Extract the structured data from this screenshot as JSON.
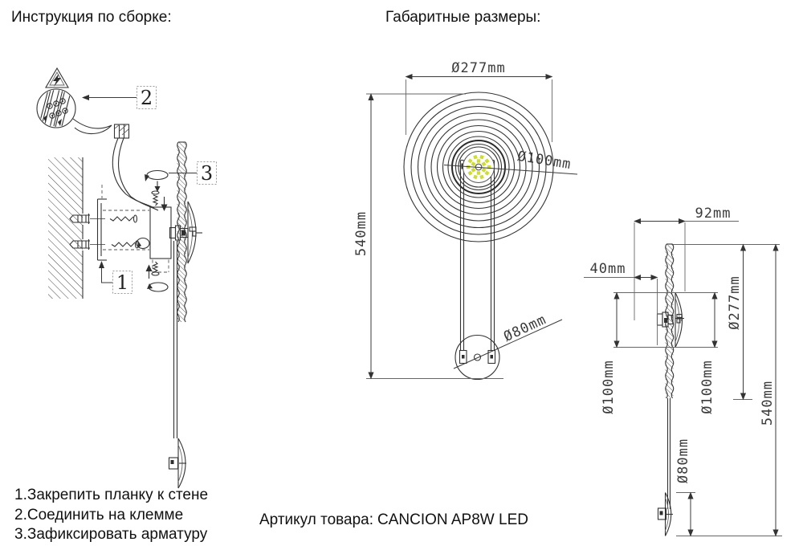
{
  "page": {
    "title_left": "Инструкция по сборке:",
    "title_right": "Габаритные размеры:"
  },
  "instructions": {
    "items": [
      "1.Закрепить планку к стене",
      "2.Соединить на клемме",
      "3.Зафиксировать арматуру"
    ]
  },
  "article": {
    "label": "Артикул товара:",
    "value": "CANCION AP8W LED"
  },
  "dimensions": {
    "d277": "Ø277mm",
    "d100": "Ø100mm",
    "d540": "540mm",
    "d80": "Ø80mm",
    "d92": "92mm",
    "d40": "40mm"
  },
  "callouts": {
    "step1": "1",
    "step2": "2",
    "step3": "3"
  },
  "colors": {
    "line": "#333333",
    "led_dot": "#cddc39"
  }
}
